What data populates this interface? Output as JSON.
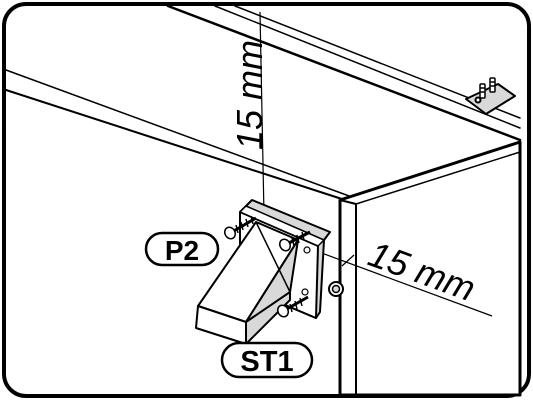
{
  "diagram": {
    "dimension_vertical": "15 mm",
    "dimension_horizontal": "15 mm",
    "part_p2": "P2",
    "part_st1": "ST1"
  },
  "colors": {
    "line": "#000000",
    "paper": "#ffffff",
    "shade": "#d9d9d9"
  },
  "icons": {
    "screw": "screw-icon",
    "dowel": "dowel-icon",
    "cam": "cam-lock-icon",
    "bracket": "mounting-bracket-icon",
    "foot": "furniture-foot-icon"
  }
}
